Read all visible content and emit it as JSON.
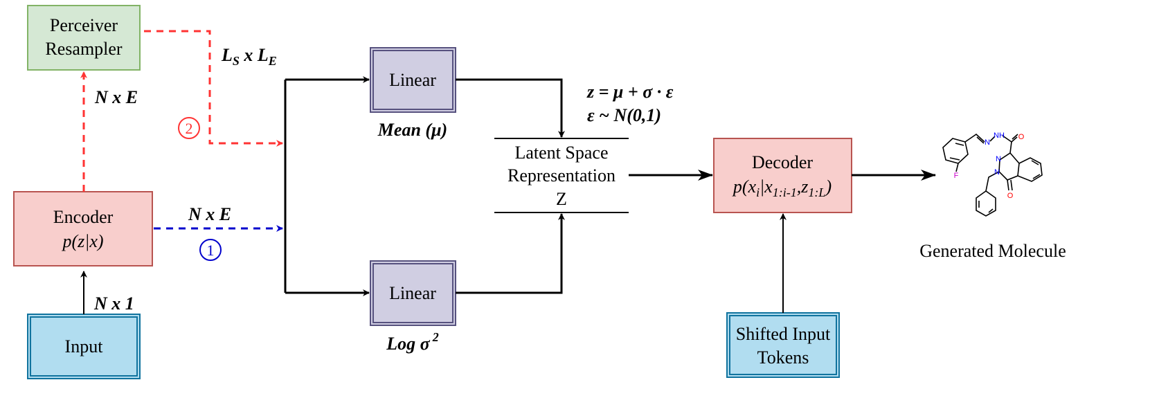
{
  "nodes": {
    "perceiver": {
      "line1": "Perceiver",
      "line2": "Resampler"
    },
    "encoder": {
      "line1": "Encoder",
      "line2": "p(z|x)"
    },
    "input": {
      "label": "Input"
    },
    "linear_mean": {
      "label": "Linear",
      "caption": "Mean (μ)"
    },
    "linear_logvar": {
      "label": "Linear",
      "caption_main": "Log σ",
      "caption_sup": "2"
    },
    "latent": {
      "line1": "Latent Space",
      "line2": "Representation",
      "line3": "Z"
    },
    "decoder": {
      "line1": "Decoder",
      "f_open": "p(x",
      "f_sub_i": "i",
      "f_bar": "|x",
      "f_sub_range": "1:i-1",
      "f_comma": ",z",
      "f_sub_L": "1:L",
      "f_close": ")"
    },
    "shifted": {
      "line1": "Shifted Input",
      "line2": "Tokens"
    },
    "molecule": {
      "caption": "Generated Molecule",
      "atom_o1": "O",
      "atom_o2": "O",
      "atom_n1": "N",
      "atom_nh": "NH",
      "atom_n2": "N",
      "atom_n3": "N",
      "atom_f": "F"
    }
  },
  "edges": {
    "input_to_encoder": "N x 1",
    "encoder_to_perceiver": "N x E",
    "perceiver_out": {
      "main_L": "L",
      "sub_S": "S",
      "mid": " x L",
      "sub_E": "E"
    },
    "encoder_direct": "N x E"
  },
  "markers": {
    "path2": "2",
    "path1": "1"
  },
  "equations": {
    "line1": "z = μ + σ · ε",
    "line2": "ε ~ N(0,1)"
  },
  "colors": {
    "green_fill": "#d5e8d4",
    "green_stroke": "#82b366",
    "red_fill": "#f8cecc",
    "red_stroke": "#b85450",
    "blue_fill": "#b1ddf0",
    "blue_stroke": "#10739e",
    "purple_fill": "#d0cee2",
    "purple_stroke": "#56517e",
    "dash_red": "#ff3333",
    "dash_blue": "#0000cc"
  }
}
